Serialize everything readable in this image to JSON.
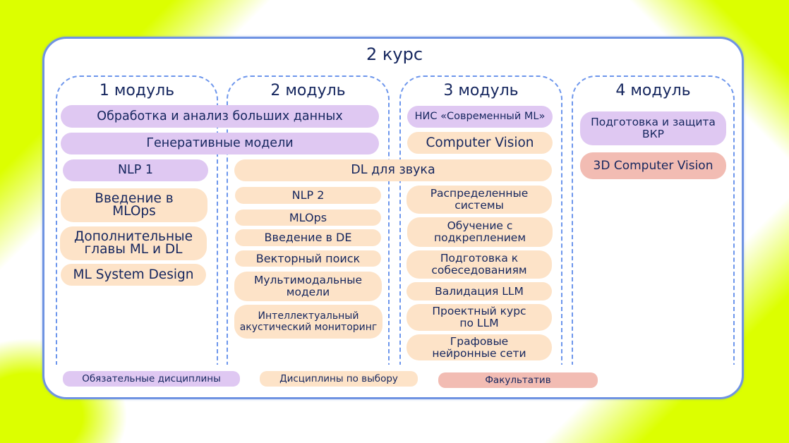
{
  "course": {
    "title": "2 курс"
  },
  "modules": [
    {
      "title": "1 модуль"
    },
    {
      "title": "2 модуль"
    },
    {
      "title": "3 модуль"
    },
    {
      "title": "4 модуль"
    }
  ],
  "spanning": {
    "big_data": "Обработка и анализ больших данных",
    "generative": "Генеративные модели",
    "dl_sound": "DL для звука"
  },
  "module1": {
    "nlp1": "NLP 1",
    "mlops_intro": "Введение в MLOps",
    "extra_ml_dl": "Дополнительные главы ML и DL",
    "ml_sys_design": "ML System Design"
  },
  "module2": {
    "nlp2": "NLP 2",
    "mlops": "MLOps",
    "de_intro": "Введение в DE",
    "vector_search": "Векторный поиск",
    "multimodal": "Мультимодальные модели",
    "acoustic": "Интеллектуальный акустический мониторинг"
  },
  "module3": {
    "nis_ml": "НИС «Современный ML»",
    "cv": "Computer Vision",
    "distributed": "Распределенные системы",
    "rl": "Обучение с подкреплением",
    "interview": "Подготовка к собеседованиям",
    "llm_validation": "Валидация LLM",
    "llm_project": "Проектный курс по LLM",
    "gnn": "Графовые нейронные сети"
  },
  "module4": {
    "thesis": "Подготовка и защита ВКР",
    "cv3d": "3D Computer Vision"
  },
  "legend": {
    "required": "Обязательные дисциплины",
    "elective": "Дисциплины по выбору",
    "optional": "Факультатив"
  },
  "colors": {
    "required": "#dfc8f2",
    "elective": "#fde3c8",
    "optional": "#f2bcb3",
    "frame": "#6f93e2",
    "accent_bg": "#dcff00",
    "text": "#15265e"
  }
}
